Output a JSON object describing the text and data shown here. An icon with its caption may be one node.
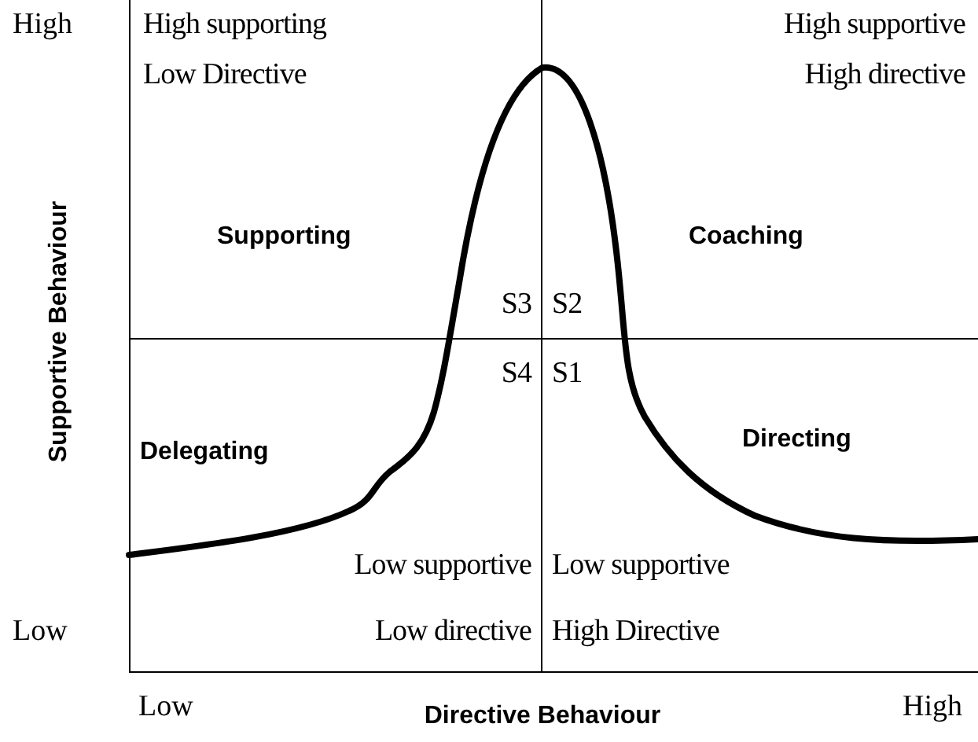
{
  "diagram": {
    "nodes": [
      {
        "text": [
          "High supporting",
          "Low Directive",
          "Supporting",
          "S3"
        ]
      },
      {
        "text": [
          "High supportive",
          "High directive",
          "Coaching",
          "S2"
        ]
      },
      {
        "text": [
          "Delegating",
          "S4",
          "Low supportive",
          "Low directive"
        ]
      },
      {
        "text": [
          "S1",
          "Directing",
          "Low supportive",
          "High Directive"
        ]
      }
    ],
    "edges": [],
    "labels": [
      "High",
      "Supportive Behaviour",
      "Low",
      "Low",
      "Directive Behaviour",
      "High"
    ]
  }
}
